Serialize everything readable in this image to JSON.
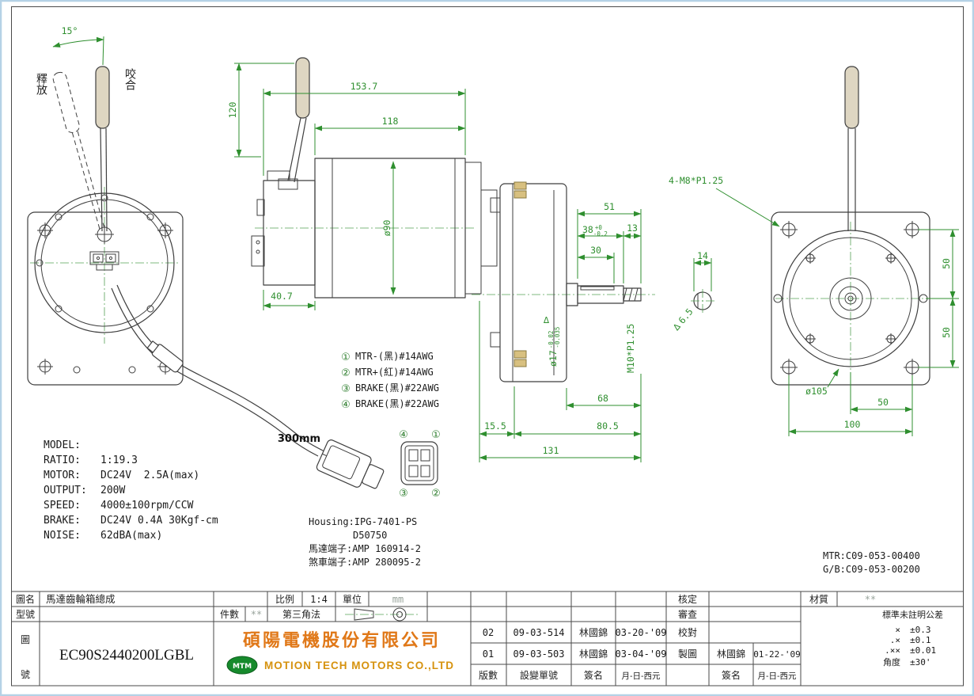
{
  "front_view": {
    "angle": "15°",
    "release_label": "釋放",
    "engage_label": "咬合"
  },
  "side_view": {
    "dims": {
      "overall": "153.7",
      "motor_len": "118",
      "lever_h": "120",
      "motor_dia": "ø90",
      "front": "40.7",
      "shaft_total": "51",
      "shaft_len": "38",
      "tol38_hi": "+0",
      "tol38_lo": "-0.2",
      "thread_len": "13",
      "key_len": "30",
      "shaft_dia": "ø17",
      "tol17_hi": "-0.02",
      "tol17_lo": "-0.035",
      "thread": "M10*P1.25",
      "d68": "68",
      "d15_5": "15.5",
      "d80_5": "80.5",
      "d131": "131",
      "key_w": "14",
      "key_h": "6.5",
      "tri": "∆"
    }
  },
  "rear_view": {
    "bolts": "4-M8*P1.25",
    "dims": {
      "v50a": "50",
      "v50b": "50",
      "dia105": "ø105",
      "h50": "50",
      "h100": "100"
    }
  },
  "wires": {
    "items": [
      {
        "no": "①",
        "label": "MTR-(黑)#14AWG"
      },
      {
        "no": "②",
        "label": "MTR+(紅)#14AWG"
      },
      {
        "no": "③",
        "label": "BRAKE(黑)#22AWG"
      },
      {
        "no": "④",
        "label": "BRAKE(黑)#22AWG"
      }
    ],
    "cable_length": "300mm",
    "connector_pins": {
      "tl": "④",
      "tr": "①",
      "bl": "③",
      "br": "②"
    }
  },
  "specs": {
    "model_k": "MODEL:",
    "model_v": "",
    "ratio_k": "RATIO:",
    "ratio_v": "1:19.3",
    "motor_k": "MOTOR:",
    "motor_v": "DC24V  2.5A(max)",
    "output_k": "OUTPUT:",
    "output_v": "200W",
    "speed_k": "SPEED:",
    "speed_v": "4000±100rpm/CCW",
    "brake_k": "BRAKE:",
    "brake_v": "DC24V 0.4A 30Kgf-cm",
    "noise_k": "NOISE:",
    "noise_v": "62dBA(max)"
  },
  "terminals": {
    "housing": "Housing:IPG-7401-PS",
    "housing2": "D50750",
    "motor_terminal": "馬達端子:AMP 160914-2",
    "brake_terminal": "煞車端子:AMP 280095-2"
  },
  "part_numbers": {
    "mtr": "MTR:C09-053-00400",
    "gb": "G/B:C09-053-00200"
  },
  "title_block": {
    "name_label": "圖名",
    "name": "馬達齒輪箱總成",
    "model_label": "型號",
    "model": "",
    "dwgno_label_1": "圖",
    "dwgno_label_2": "號",
    "dwg_no": "EC90S2440200LGBL",
    "qty_label": "件數",
    "qty": "**",
    "scale_label": "比例",
    "scale": "1:4",
    "unit_label": "單位",
    "unit": "mm",
    "projection_label": "第三角法",
    "company_cn": "碩陽電機股份有限公司",
    "company_en": "MOTION TECH MOTORS CO.,LTD",
    "logo": "MTM",
    "revisions": [
      {
        "rev": "02",
        "ecn": "09-03-514",
        "sign": "林國錦",
        "date": "03-20-'09"
      },
      {
        "rev": "01",
        "ecn": "09-03-503",
        "sign": "林國錦",
        "date": "03-04-'09"
      }
    ],
    "rev_headers": {
      "rev": "版數",
      "ecn": "設變單號",
      "sign": "簽名",
      "date": "月-日-西元"
    },
    "approve_label": "核定",
    "review_label": "審查",
    "check_label": "校對",
    "draft_label": "製圖",
    "draft_name": "林國錦",
    "draft_date": "01-22-'09",
    "sign_label": "簽名",
    "date_label": "月-日-西元",
    "material_label": "材質",
    "material": "**",
    "tolerance_title": "標準未註明公差",
    "tolerances": [
      {
        "k": "×",
        "v": "±0.3"
      },
      {
        "k": ".×",
        "v": "±0.1"
      },
      {
        "k": ".××",
        "v": "±0.01"
      },
      {
        "k": "角度",
        "v": "±30'"
      }
    ]
  }
}
